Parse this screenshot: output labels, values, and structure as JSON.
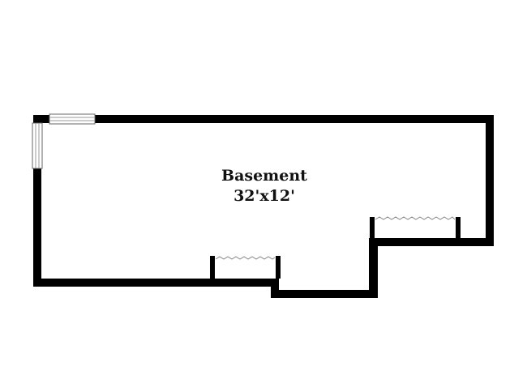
{
  "floor_plan": {
    "room": {
      "name": "Basement",
      "dimensions": "32'x12'"
    },
    "features": [
      {
        "type": "window",
        "side": "top wall, left end"
      },
      {
        "type": "window",
        "side": "left wall, top end"
      },
      {
        "type": "bifold-door",
        "side": "right alcove"
      },
      {
        "type": "bifold-door",
        "side": "bottom center alcove"
      }
    ],
    "colors": {
      "wall": "#000000",
      "background": "#ffffff",
      "window_frame": "#666666"
    }
  }
}
